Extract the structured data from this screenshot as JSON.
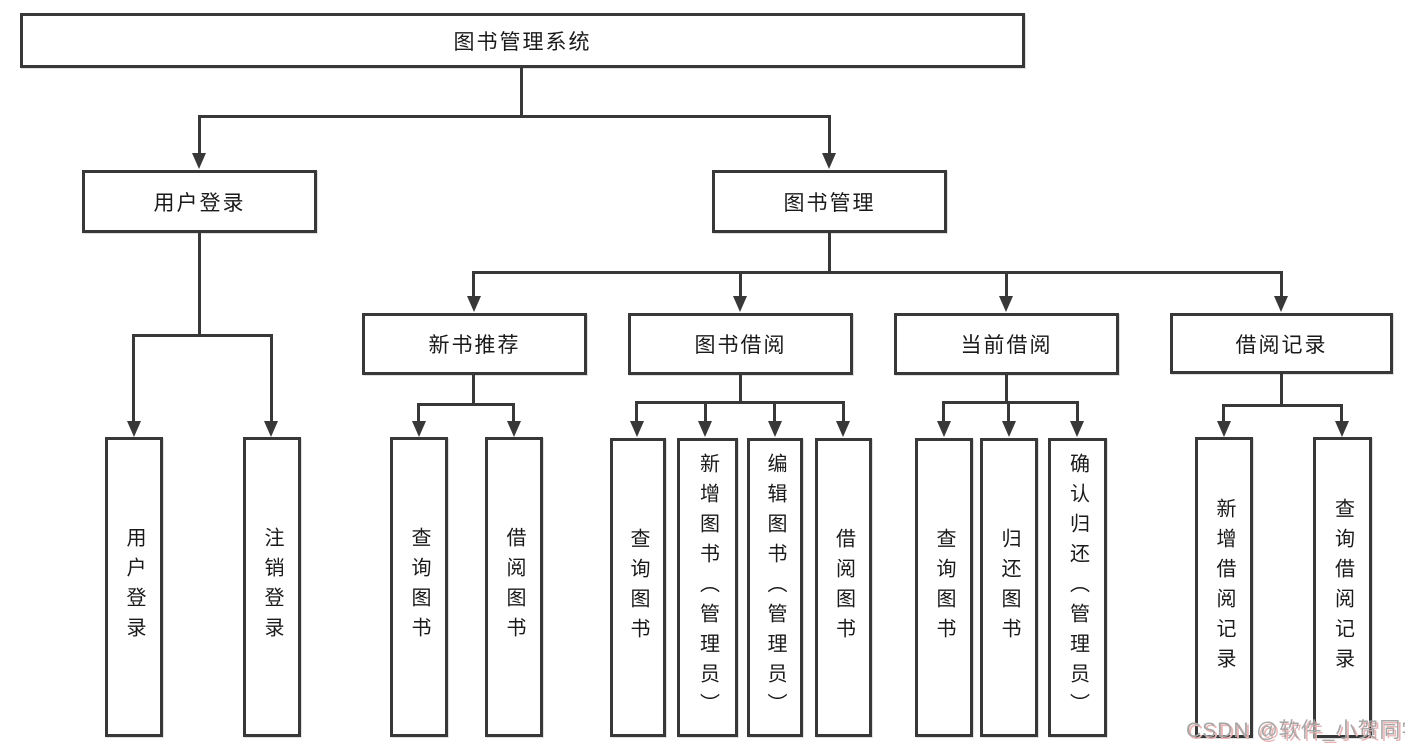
{
  "diagram": {
    "title": "图书管理系统",
    "level2": [
      "用户登录",
      "图书管理"
    ],
    "level3": [
      "新书推荐",
      "图书借阅",
      "当前借阅",
      "借阅记录"
    ],
    "leaves_user_login": [
      "用户登录",
      "注销登录"
    ],
    "leaves_new_book": [
      "查询图书",
      "借阅图书"
    ],
    "leaves_book_borrow": [
      "查询图书",
      "新增图书（管理员）",
      "编辑图书（管理员）",
      "借阅图书"
    ],
    "leaves_current_borrow": [
      "查询图书",
      "归还图书",
      "确认归还（管理员）"
    ],
    "leaves_borrow_record": [
      "新增借阅记录",
      "查询借阅记录"
    ]
  },
  "watermark": {
    "text": "CSDN @软件_小贺同学"
  },
  "colors": {
    "border": "#383838",
    "line": "#383838",
    "text": "#1a1a1a",
    "bg": "#ffffff",
    "wm": "#a6a6a6",
    "wm_shadow": "#e9b4b4"
  }
}
